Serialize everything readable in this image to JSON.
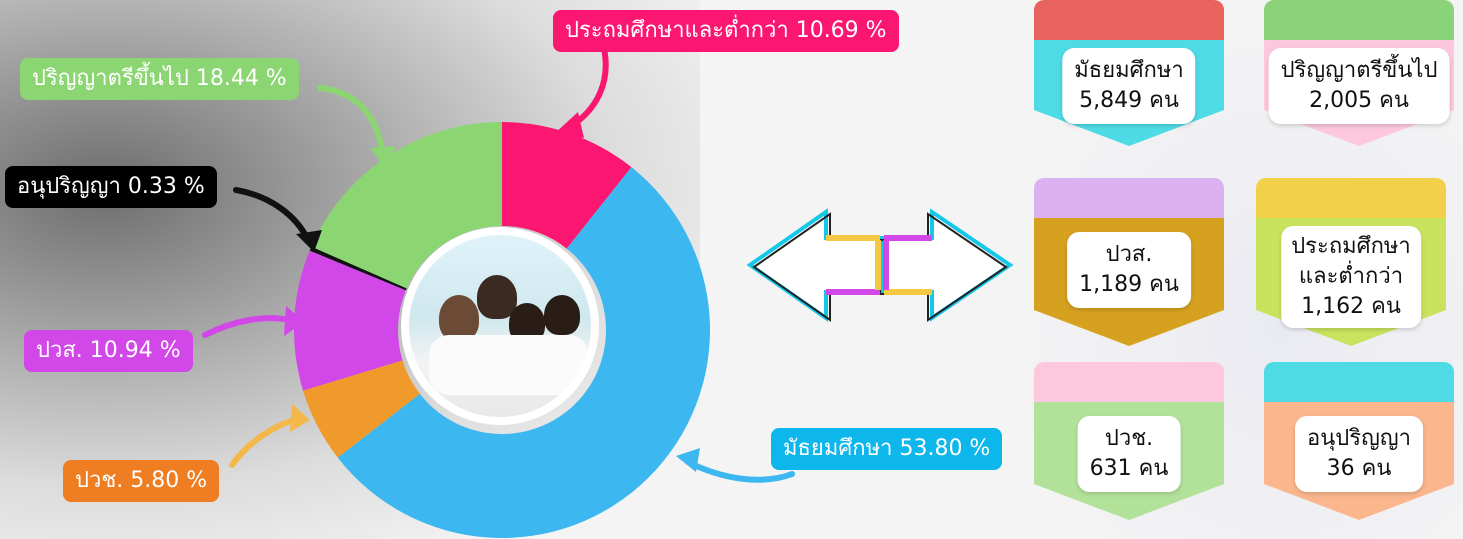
{
  "chart_data": {
    "type": "pie",
    "categories": [
      "ประถมศึกษาและต่ำกว่า",
      "มัธยมศึกษา",
      "ปวช.",
      "ปวส.",
      "อนุปริญญา",
      "ปริญญาตรีขึ้นไป"
    ],
    "values": [
      10.69,
      53.8,
      5.8,
      10.94,
      0.33,
      18.44
    ],
    "colors": [
      "#fb1771",
      "#3db7ef",
      "#ef9a2a",
      "#d147e8",
      "#111111",
      "#8bd672"
    ],
    "labels": {
      "primary": "ประถมศึกษาและต่ำกว่า 10.69 %",
      "secondary": "มัธยมศึกษา 53.80 %",
      "vocational": "ปวช. 5.80 %",
      "high_vocational": "ปวส. 10.94 %",
      "diploma": "อนุปริญญา 0.33 %",
      "bachelor": "ปริญญาตรีขึ้นไป 18.44 %"
    }
  },
  "cards": {
    "secondary": {
      "name": "มัธยมศึกษา",
      "count": "5,849 คน",
      "top": "#e8635e",
      "body": "#4fdbe6",
      "tip": "#d9a8f2"
    },
    "bachelor": {
      "name": "ปริญญาตรีขึ้นไป",
      "count": "2,005 คน",
      "top": "#8ad37a",
      "body": "#fdc8de",
      "tip": "#f6c9d4"
    },
    "high_vocational": {
      "name": "ปวส.",
      "count": "1,189 คน",
      "top": "#dcb1f2",
      "body": "#d6a11f",
      "tip": "#f3d049"
    },
    "primary": {
      "name1": "ประถมศึกษา",
      "name2": "และต่ำกว่า",
      "count": "1,162 คน",
      "top": "#f3d049",
      "body": "#c9e35e",
      "tip": "#c7d7f4"
    },
    "vocational": {
      "name": "ปวช.",
      "count": "631 คน",
      "top": "#fdc8de",
      "body": "#b2e29a",
      "tip": "#c9b6f2"
    },
    "diploma": {
      "name": "อนุปริญญา",
      "count": "36 คน",
      "top": "#4fdbe6",
      "body": "#fbb68e",
      "tip": "#c9b6f2"
    }
  }
}
